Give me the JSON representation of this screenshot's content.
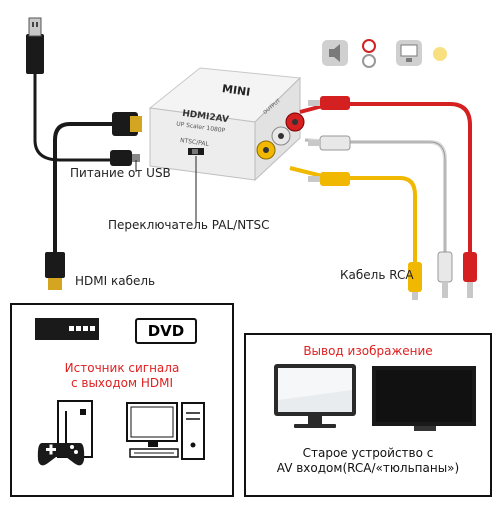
{
  "labels": {
    "power": "Питание от USB",
    "switch": "Переключатель PAL/NTSC",
    "hdmi_cable": "HDMI кабель",
    "rca_cable": "Кабель RCA"
  },
  "device": {
    "brand": "MINI",
    "model": "HDMI2AV",
    "subtitle": "UP Scaler 1080P",
    "switch_text": "NTSC/PAL",
    "output_text": "OUTPUT"
  },
  "source_panel": {
    "dvd_label": "DVD",
    "title_line1": "Источник сигнала",
    "title_line2": "с выходом HDMI"
  },
  "output_panel": {
    "title": "Вывод изображение",
    "desc_line1": "Старое устройство с",
    "desc_line2": "AV входом(RCA/«тюльпаны»)"
  },
  "colors": {
    "rca_red": "#d42020",
    "rca_white": "#e8e8e8",
    "rca_yellow": "#f0b800",
    "title_red": "#e02020"
  },
  "icons": [
    "speaker-icon",
    "audio-jack-icon",
    "monitor-icon",
    "video-dot-icon"
  ]
}
